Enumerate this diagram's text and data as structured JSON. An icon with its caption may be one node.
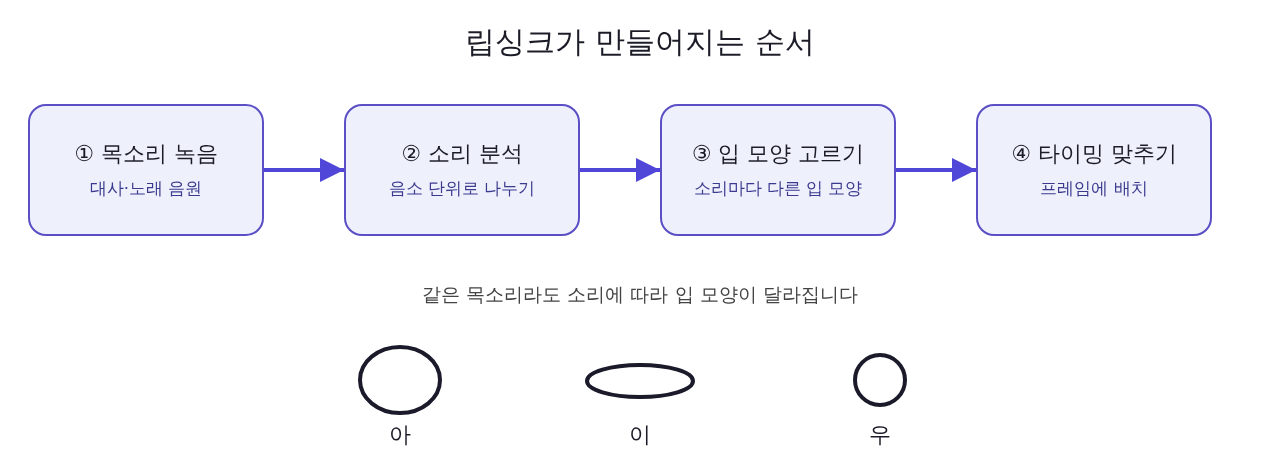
{
  "diagram": {
    "title": "립싱크가 만들어지는 순서",
    "nodes": [
      {
        "text": [
          "① 목소리 녹음",
          "대사·노래 음원"
        ]
      },
      {
        "text": [
          "② 소리 분석",
          "음소 단위로 나누기"
        ]
      },
      {
        "text": [
          "③ 입 모양 고르기",
          "소리마다 다른 입 모양"
        ]
      },
      {
        "text": [
          "④ 타이밍 맞추기",
          "프레임에 배치"
        ]
      },
      {
        "text": [],
        "shape": "circle",
        "beside": [
          "아"
        ]
      },
      {
        "text": [],
        "shape": "circle",
        "beside": [
          "이"
        ]
      },
      {
        "text": [],
        "shape": "circle",
        "beside": [
          "우"
        ]
      }
    ],
    "edges": [
      {
        "from": 0,
        "to": 1,
        "arrow": "to"
      },
      {
        "from": 1,
        "to": 2,
        "arrow": "to"
      },
      {
        "from": 2,
        "to": 3,
        "arrow": "to"
      }
    ],
    "labels": [
      "같은 목소리라도 소리에 따라 입 모양이 달라집니다"
    ]
  }
}
